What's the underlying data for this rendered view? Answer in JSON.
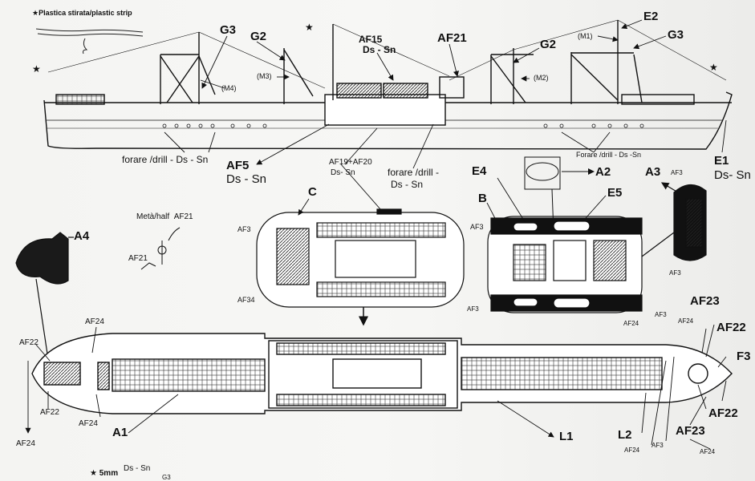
{
  "note_header": "Plastica stirata/plastic strip",
  "star_symbol": "★",
  "footer_note": "5mm",
  "footer_ds": "Ds - Sn",
  "footer_g": "G3",
  "side_view": {
    "G3_left": "G3",
    "G2_left": "G2",
    "M3": "(M3)",
    "M4": "(M4)",
    "AF15": "AF15",
    "AF15_sub": "Ds - Sn",
    "AF21": "AF21",
    "G2_right": "G2",
    "M2": "(M2)",
    "M1": "(M1)",
    "E2": "E2",
    "G3_right": "G3",
    "drill_left": "forare /drill  - Ds - Sn",
    "AF5": "AF5",
    "AF5_sub": "Ds - Sn",
    "AF19": "AF19+AF20",
    "AF19_sub": "Ds- Sn",
    "drill_mid": "forare /drill  -",
    "drill_mid_sub": "Ds - Sn",
    "drill_right": "Forare /drill - Ds -Sn",
    "E1": "E1",
    "E1_sub": "Ds- Sn"
  },
  "detail_view": {
    "E4": "E4",
    "A2": "A2",
    "A3": "A3",
    "AF3_top": "AF3",
    "E5": "E5",
    "C": "C",
    "B": "B",
    "half_label": "Metà/half",
    "AF21_half": "AF21",
    "AF21_small": "AF21",
    "A4": "A4",
    "AF3_left": "AF3",
    "AF3_b": "AF3",
    "AF34": "AF34",
    "AF3_bottom_left": "AF3",
    "AF3_right": "AF3"
  },
  "plan_view": {
    "AF24_top": "AF24",
    "AF22_left": "AF22",
    "AF22_lower": "AF22",
    "AF24_left": "AF24",
    "AF24_bottom": "AF24",
    "A1": "A1",
    "AF23_top": "AF23",
    "AF24_r": "AF24",
    "AF3_r": "AF3",
    "AF24_r2": "AF24",
    "AF22_r": "AF22",
    "F3": "F3",
    "AF22_r_low": "AF22",
    "L1": "L1",
    "L2": "L2",
    "AF23_low": "AF23",
    "AF24_r3": "AF24",
    "AF3_r2": "AF3",
    "AF24_r4": "AF24"
  }
}
